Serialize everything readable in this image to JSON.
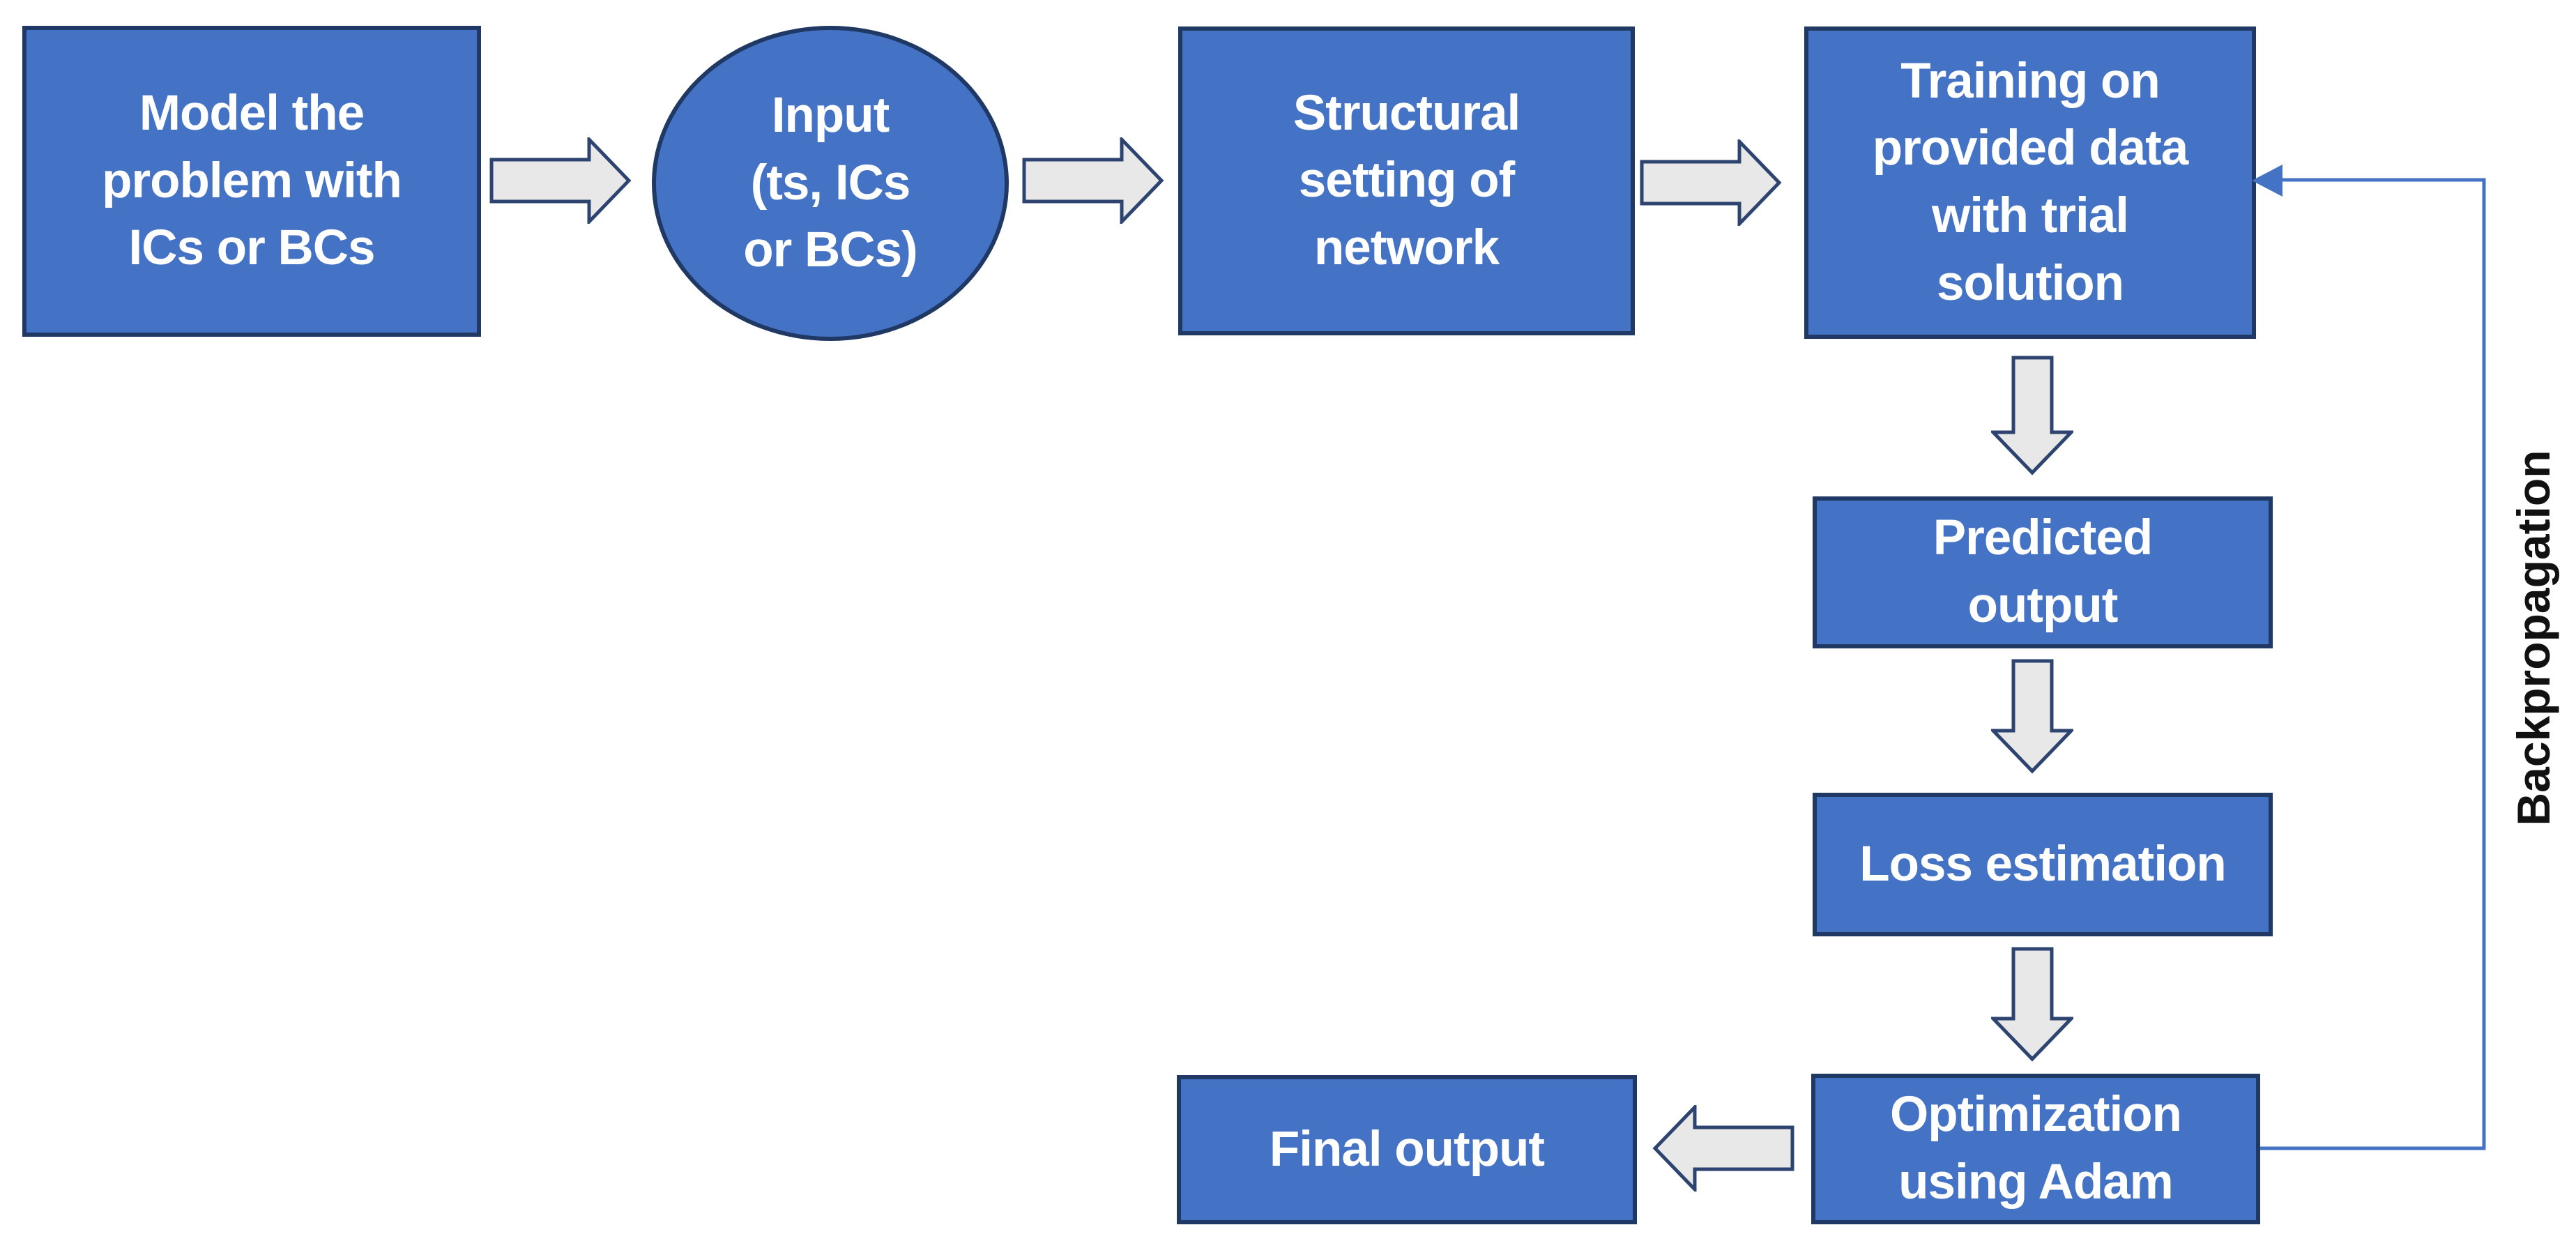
{
  "diagram": {
    "type": "flowchart",
    "side_label": "Backpropagation",
    "nodes": [
      {
        "id": "model",
        "shape": "rect",
        "label": "Model the\nproblem with\nICs or BCs"
      },
      {
        "id": "input",
        "shape": "ellipse",
        "label": "Input\n(ts, ICs\nor BCs)"
      },
      {
        "id": "structural",
        "shape": "rect",
        "label": "Structural\nsetting of\nnetwork"
      },
      {
        "id": "training",
        "shape": "rect",
        "label": "Training on\nprovided data\nwith trial\nsolution"
      },
      {
        "id": "predicted",
        "shape": "rect",
        "label": "Predicted\noutput"
      },
      {
        "id": "loss",
        "shape": "rect",
        "label": "Loss estimation"
      },
      {
        "id": "optimization",
        "shape": "rect",
        "label": "Optimization\nusing Adam"
      },
      {
        "id": "final",
        "shape": "rect",
        "label": "Final output"
      }
    ],
    "edges": [
      {
        "from": "model",
        "to": "input",
        "style": "block-arrow",
        "direction": "right"
      },
      {
        "from": "input",
        "to": "structural",
        "style": "block-arrow",
        "direction": "right"
      },
      {
        "from": "structural",
        "to": "training",
        "style": "block-arrow",
        "direction": "right"
      },
      {
        "from": "training",
        "to": "predicted",
        "style": "block-arrow",
        "direction": "down"
      },
      {
        "from": "predicted",
        "to": "loss",
        "style": "block-arrow",
        "direction": "down"
      },
      {
        "from": "loss",
        "to": "optimization",
        "style": "block-arrow",
        "direction": "down"
      },
      {
        "from": "optimization",
        "to": "final",
        "style": "block-arrow",
        "direction": "left"
      },
      {
        "from": "optimization",
        "to": "training",
        "style": "thin-line-arrow",
        "direction": "feedback-loop",
        "label": "Backpropagation"
      }
    ],
    "colors": {
      "node-fill": "#4472C4",
      "node-border": "#1F3864",
      "arrow-fill": "#E8E8E8",
      "arrow-border": "#2E4470",
      "feedback-color": "#4472C4",
      "label-color": "#FFFFFF",
      "side-label-color": "#111111",
      "canvas-bg": "#FFFFFF"
    }
  }
}
